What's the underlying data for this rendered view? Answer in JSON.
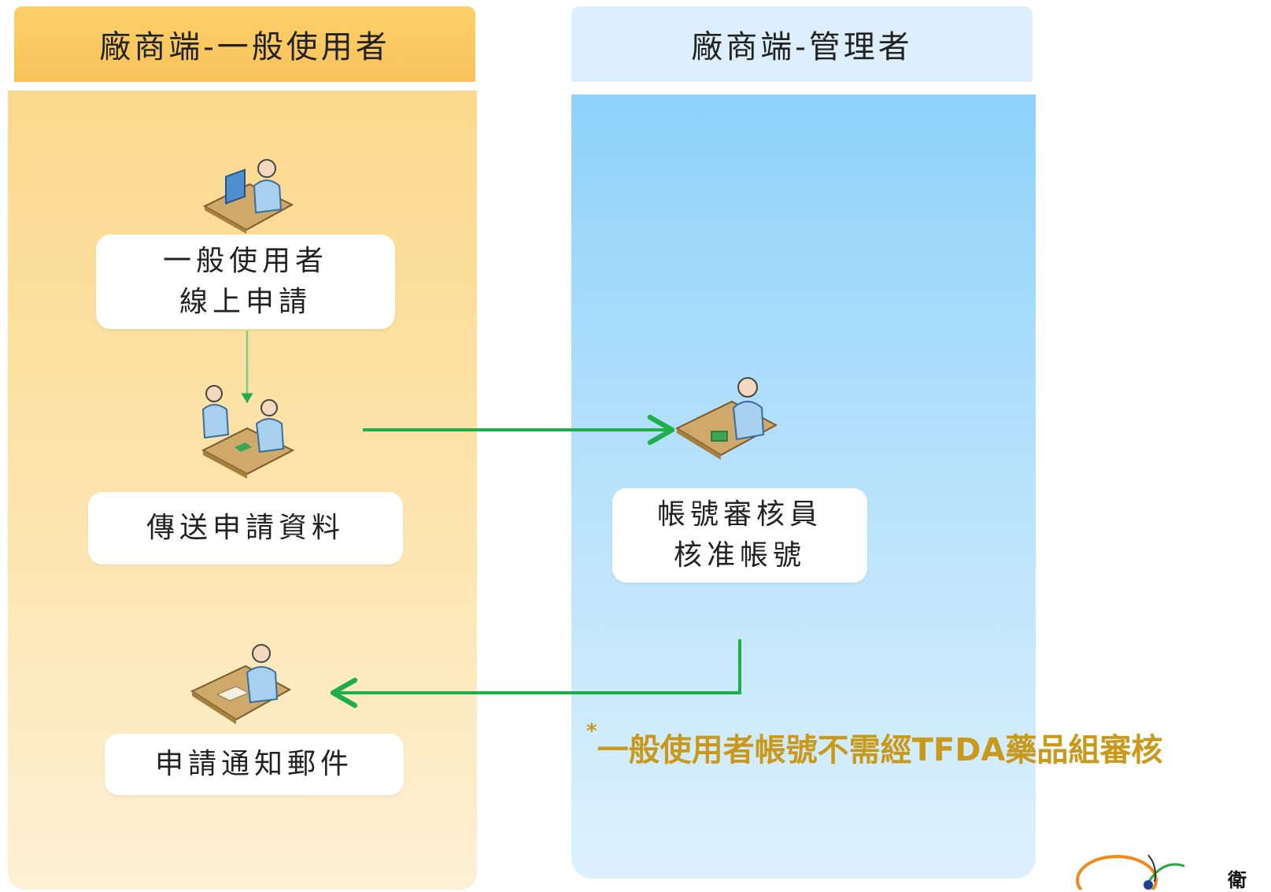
{
  "lanes": {
    "left_title": "廠商端-一般使用者",
    "right_title": "廠商端-管理者"
  },
  "steps": {
    "apply": [
      "一般使用者",
      "線上申請"
    ],
    "send": [
      "傳送申請資料"
    ],
    "approve": [
      "帳號審核員",
      "核准帳號"
    ],
    "mail": [
      "申請通知郵件"
    ]
  },
  "icons": {
    "apply": "user-at-computer-icon",
    "send": "handover-icon",
    "approve": "reviewer-desk-icon",
    "mail": "person-writing-icon"
  },
  "note": {
    "star": "*",
    "text": "一般使用者帳號不需經TFDA藥品組審核"
  },
  "logo": {
    "text": "衛"
  },
  "colors": {
    "left_header": "#fdd06a",
    "right_header": "#ddeffd",
    "arrow": "#1fae4b",
    "note": "#c8991a"
  }
}
